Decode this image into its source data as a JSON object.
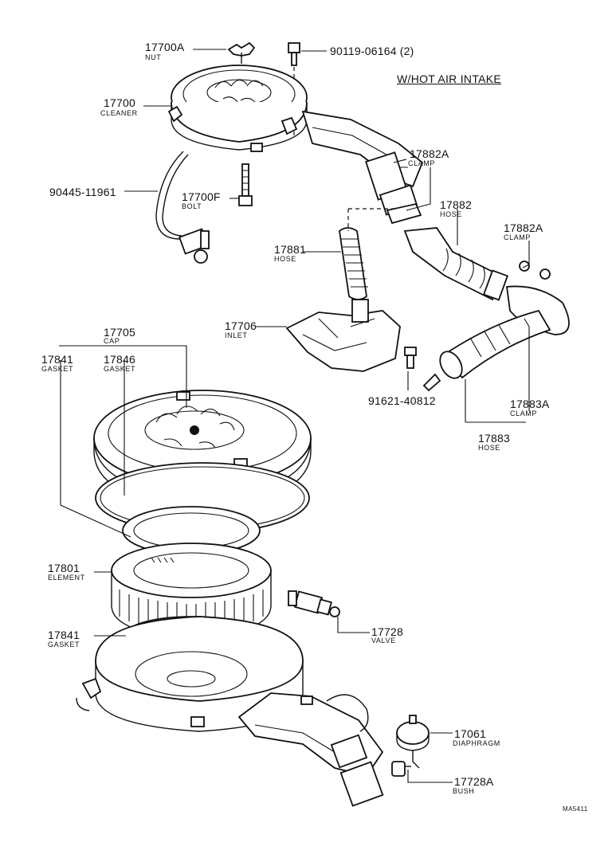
{
  "header": {
    "title": "W/HOT AIR INTAKE"
  },
  "footer": {
    "code": "MA5411"
  },
  "parts": {
    "p17700A": {
      "number": "17700A",
      "name": "NUT"
    },
    "p90119": {
      "number": "90119-06164 (2)"
    },
    "p17700": {
      "number": "17700",
      "name": "CLEANER"
    },
    "p17882A_1": {
      "number": "17882A",
      "name": "CLAMP"
    },
    "p90445": {
      "number": "90445-11961"
    },
    "p17700F": {
      "number": "17700F",
      "name": "BOLT"
    },
    "p17882": {
      "number": "17882",
      "name": "HOSE"
    },
    "p17882A_2": {
      "number": "17882A",
      "name": "CLAMP"
    },
    "p17881": {
      "number": "17881",
      "name": "HOSE"
    },
    "p17706": {
      "number": "17706",
      "name": "INLET"
    },
    "p17705": {
      "number": "17705",
      "name": "CAP"
    },
    "p17841_1": {
      "number": "17841",
      "name": "GASKET"
    },
    "p17846": {
      "number": "17846",
      "name": "GASKET"
    },
    "p91621": {
      "number": "91621-40812"
    },
    "p17883A": {
      "number": "17883A",
      "name": "CLAMP"
    },
    "p17883": {
      "number": "17883",
      "name": "HOSE"
    },
    "p17801": {
      "number": "17801",
      "name": "ELEMENT"
    },
    "p17728": {
      "number": "17728",
      "name": "VALVE"
    },
    "p17841_2": {
      "number": "17841",
      "name": "GASKET"
    },
    "p17061": {
      "number": "17061",
      "name": "DIAPHRAGM"
    },
    "p17728A": {
      "number": "17728A",
      "name": "BUSH"
    }
  }
}
